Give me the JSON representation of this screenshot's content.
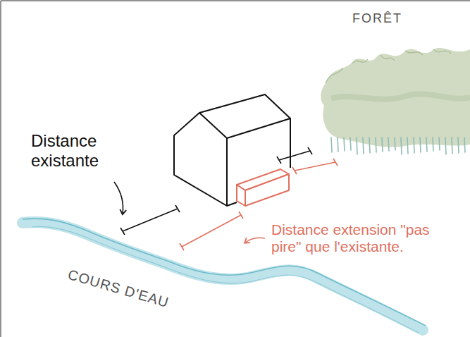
{
  "diagram": {
    "labels": [
      "FORÊT",
      "Distance existante",
      "Distance extension \"pas pire\" que l'existante.",
      "COURS D'EAU"
    ]
  }
}
